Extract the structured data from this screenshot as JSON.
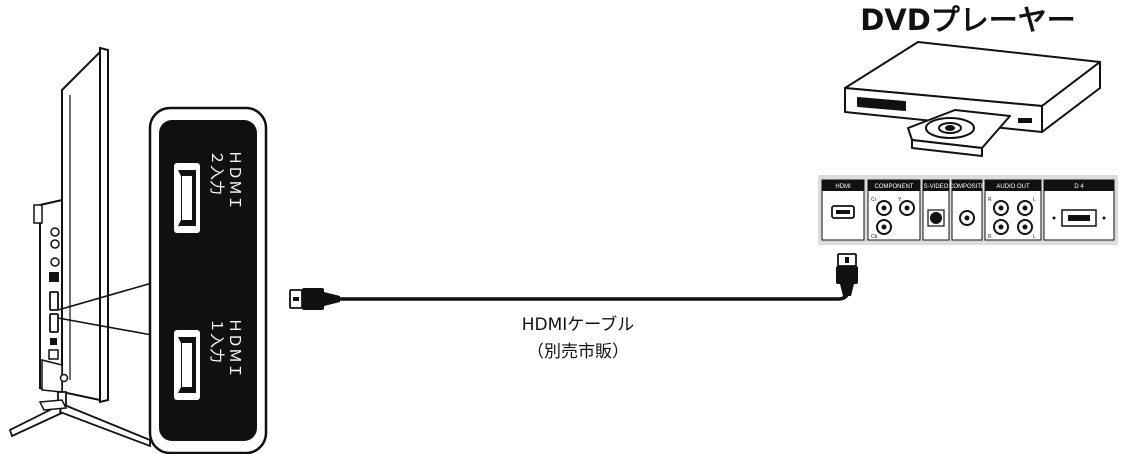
{
  "dvd_player": {
    "title": "DVDプレーヤー"
  },
  "cable": {
    "label": "HDMIケーブル",
    "note": "（別売市販）"
  },
  "tv_ports": [
    {
      "line1": "ＨＤＭＩ",
      "line2": "２入力"
    },
    {
      "line1": "ＨＤＭＩ",
      "line2": "１入力"
    }
  ],
  "player_panel": {
    "sections": [
      "HDMI",
      "COMPONENT",
      "S-VIDEO",
      "COMPOSITE",
      "AUDIO OUT",
      "D 4"
    ],
    "jack_labels": [
      "Cr",
      "Y",
      "Cb",
      "R",
      "L",
      "R",
      "L"
    ]
  }
}
